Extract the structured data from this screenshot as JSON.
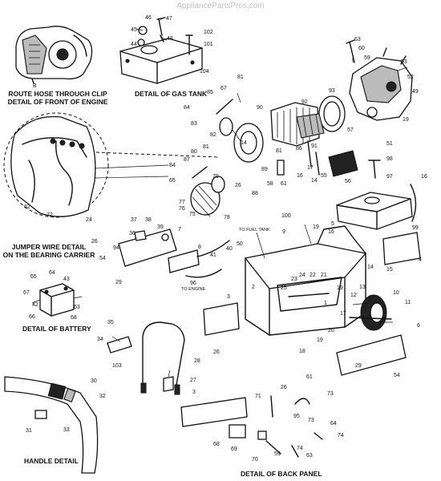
{
  "watermark": "AppliancePartsPros.com",
  "captions": {
    "front_engine_1": "ROUTE HOSE THROUGH CLIP",
    "front_engine_2": "DETAIL OF FRONT OF ENGINE",
    "gas_tank": "DETAIL OF GAS TANK",
    "jumper_1": "JUMPER WIRE DETAIL",
    "jumper_2": "ON THE BEARING CARRIER",
    "battery": "DETAIL OF BATTERY",
    "handle": "HANDLE DETAIL",
    "back_panel": "DETAIL OF BACK PANEL"
  },
  "labels": {
    "to_fuel_tank": "TO FUEL TANK",
    "to_engine": "TO ENGINE",
    "front_b": "B"
  },
  "callouts": [
    {
      "id": "c46",
      "t": "46"
    },
    {
      "id": "c47",
      "t": "47"
    },
    {
      "id": "c45",
      "t": "45"
    },
    {
      "id": "c48",
      "t": "48"
    },
    {
      "id": "c44",
      "t": "44"
    },
    {
      "id": "c102",
      "t": "102"
    },
    {
      "id": "c101",
      "t": "101"
    },
    {
      "id": "c104",
      "t": "104"
    },
    {
      "id": "c63a",
      "t": "63"
    },
    {
      "id": "c60",
      "t": "60"
    },
    {
      "id": "c59a",
      "t": "59"
    },
    {
      "id": "c53",
      "t": "53"
    },
    {
      "id": "c52",
      "t": "52"
    },
    {
      "id": "c49",
      "t": "49"
    },
    {
      "id": "c19a",
      "t": "19"
    },
    {
      "id": "c93",
      "t": "93"
    },
    {
      "id": "c92",
      "t": "92"
    },
    {
      "id": "c90",
      "t": "90"
    },
    {
      "id": "c85",
      "t": "85"
    },
    {
      "id": "c67a",
      "t": "67"
    },
    {
      "id": "c81a",
      "t": "81"
    },
    {
      "id": "c84a",
      "t": "84"
    },
    {
      "id": "c83",
      "t": "83"
    },
    {
      "id": "c82",
      "t": "82"
    },
    {
      "id": "c14a",
      "t": "14"
    },
    {
      "id": "c57",
      "t": "57"
    },
    {
      "id": "c51",
      "t": "51"
    },
    {
      "id": "c91",
      "t": "91"
    },
    {
      "id": "c86",
      "t": "86"
    },
    {
      "id": "c81b",
      "t": "81"
    },
    {
      "id": "c80",
      "t": "80"
    },
    {
      "id": "c81c",
      "t": "81"
    },
    {
      "id": "c87",
      "t": "87"
    },
    {
      "id": "c84b",
      "t": "84"
    },
    {
      "id": "c65a",
      "t": "65"
    },
    {
      "id": "c89",
      "t": "89"
    },
    {
      "id": "c17a",
      "t": "17"
    },
    {
      "id": "c55",
      "t": "55"
    },
    {
      "id": "c16a",
      "t": "16"
    },
    {
      "id": "c14b",
      "t": "14"
    },
    {
      "id": "c26a",
      "t": "26"
    },
    {
      "id": "c58",
      "t": "58"
    },
    {
      "id": "c61a",
      "t": "61"
    },
    {
      "id": "c88",
      "t": "88"
    },
    {
      "id": "c98",
      "t": "98"
    },
    {
      "id": "c97",
      "t": "97"
    },
    {
      "id": "c56",
      "t": "56"
    },
    {
      "id": "c16b",
      "t": "16"
    },
    {
      "id": "c79",
      "t": "79"
    },
    {
      "id": "c77",
      "t": "77"
    },
    {
      "id": "c76",
      "t": "76"
    },
    {
      "id": "c75",
      "t": "75"
    },
    {
      "id": "c78",
      "t": "78"
    },
    {
      "id": "c100",
      "t": "100"
    },
    {
      "id": "c19b",
      "t": "19"
    },
    {
      "id": "c5",
      "t": "5"
    },
    {
      "id": "c16c",
      "t": "16"
    },
    {
      "id": "c99",
      "t": "99"
    },
    {
      "id": "c15",
      "t": "15"
    },
    {
      "id": "c4",
      "t": "4"
    },
    {
      "id": "c62",
      "t": "62"
    },
    {
      "id": "c72",
      "t": "72"
    },
    {
      "id": "c24",
      "t": "24"
    },
    {
      "id": "c26b",
      "t": "26"
    },
    {
      "id": "c37",
      "t": "37"
    },
    {
      "id": "c38",
      "t": "38"
    },
    {
      "id": "c36",
      "t": "36"
    },
    {
      "id": "c39",
      "t": "39"
    },
    {
      "id": "c7",
      "t": "7"
    },
    {
      "id": "c94",
      "t": "94"
    },
    {
      "id": "c54a",
      "t": "54"
    },
    {
      "id": "c29a",
      "t": "29"
    },
    {
      "id": "c8",
      "t": "8"
    },
    {
      "id": "c41",
      "t": "41"
    },
    {
      "id": "c40",
      "t": "40"
    },
    {
      "id": "c50",
      "t": "50"
    },
    {
      "id": "c96",
      "t": "96"
    },
    {
      "id": "c9",
      "t": "9"
    },
    {
      "id": "c14c",
      "t": "14"
    },
    {
      "id": "c13",
      "t": "13"
    },
    {
      "id": "c22",
      "t": "22"
    },
    {
      "id": "c24b",
      "t": "24"
    },
    {
      "id": "c23",
      "t": "23"
    },
    {
      "id": "c21",
      "t": "21"
    },
    {
      "id": "c25",
      "t": "25"
    },
    {
      "id": "c19c",
      "t": "19"
    },
    {
      "id": "c12",
      "t": "12"
    },
    {
      "id": "c17b",
      "t": "17"
    },
    {
      "id": "c10",
      "t": "10"
    },
    {
      "id": "c11",
      "t": "11"
    },
    {
      "id": "c1",
      "t": "1"
    },
    {
      "id": "c2",
      "t": "2"
    },
    {
      "id": "c3a",
      "t": "3"
    },
    {
      "id": "c20",
      "t": "20"
    },
    {
      "id": "c19d",
      "t": "19"
    },
    {
      "id": "c18",
      "t": "18"
    },
    {
      "id": "c6",
      "t": "6"
    },
    {
      "id": "c29b",
      "t": "29"
    },
    {
      "id": "c54b",
      "t": "54"
    },
    {
      "id": "c65b",
      "t": "65"
    },
    {
      "id": "c64a",
      "t": "64"
    },
    {
      "id": "c43",
      "t": "43"
    },
    {
      "id": "c67b",
      "t": "67"
    },
    {
      "id": "c42",
      "t": "42"
    },
    {
      "id": "c63b",
      "t": "63"
    },
    {
      "id": "c66",
      "t": "66"
    },
    {
      "id": "c68a",
      "t": "68"
    },
    {
      "id": "c35",
      "t": "35"
    },
    {
      "id": "c34",
      "t": "34"
    },
    {
      "id": "c103",
      "t": "103"
    },
    {
      "id": "c26c",
      "t": "26"
    },
    {
      "id": "c28",
      "t": "28"
    },
    {
      "id": "c27",
      "t": "27"
    },
    {
      "id": "c30",
      "t": "30"
    },
    {
      "id": "c32",
      "t": "32"
    },
    {
      "id": "c31",
      "t": "31"
    },
    {
      "id": "c33",
      "t": "33"
    },
    {
      "id": "c3b",
      "t": "3"
    },
    {
      "id": "c71",
      "t": "71"
    },
    {
      "id": "c26d",
      "t": "26"
    },
    {
      "id": "c61b",
      "t": "61"
    },
    {
      "id": "c73a",
      "t": "73"
    },
    {
      "id": "c95",
      "t": "95"
    },
    {
      "id": "c73b",
      "t": "73"
    },
    {
      "id": "c64b",
      "t": "64"
    },
    {
      "id": "c74a",
      "t": "74"
    },
    {
      "id": "c68b",
      "t": "68"
    },
    {
      "id": "c69",
      "t": "69"
    },
    {
      "id": "c70",
      "t": "70"
    },
    {
      "id": "c59b",
      "t": "59"
    },
    {
      "id": "c74b",
      "t": "74"
    },
    {
      "id": "c63c",
      "t": "63"
    }
  ]
}
